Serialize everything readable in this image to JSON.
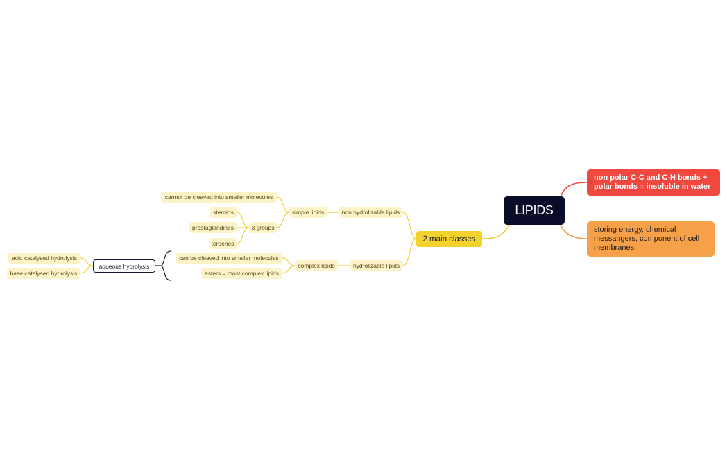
{
  "root": {
    "label": "LIPIDS"
  },
  "properties": {
    "polarity": "non polar  C-C and C-H bonds + polar bonds = insoluble in water",
    "functions": "storing energy, chemical messangers, component of cell membranes"
  },
  "classes": {
    "label": "2 main classes",
    "non_hydrolizable": {
      "label": "non hydrolizable lipids",
      "simple": {
        "label": "simple lipids",
        "note": "cannot be cleaved into smaller molecules",
        "groups": {
          "label": "3 groups",
          "items": [
            "steroids",
            "prostaglandines",
            "terpenes"
          ]
        }
      }
    },
    "hydrolizable": {
      "label": "hydrolizable lipids",
      "complex": {
        "label": "complex lipids",
        "notes": [
          "can be cleaved into smaller molecules",
          "esters = most complex lipids"
        ]
      }
    }
  },
  "hydrolysis": {
    "label": "aqueous hydrolysis",
    "types": [
      "acid catalysed hydrolysis",
      "base catalysed hydrolysis"
    ]
  },
  "colors": {
    "root": "#0b0c2a",
    "main_class": "#f5d22b",
    "pill": "#fdf3c9",
    "red": "#f0483e",
    "orange": "#f7a04a",
    "connector_yellow": "#f2cd3c"
  }
}
